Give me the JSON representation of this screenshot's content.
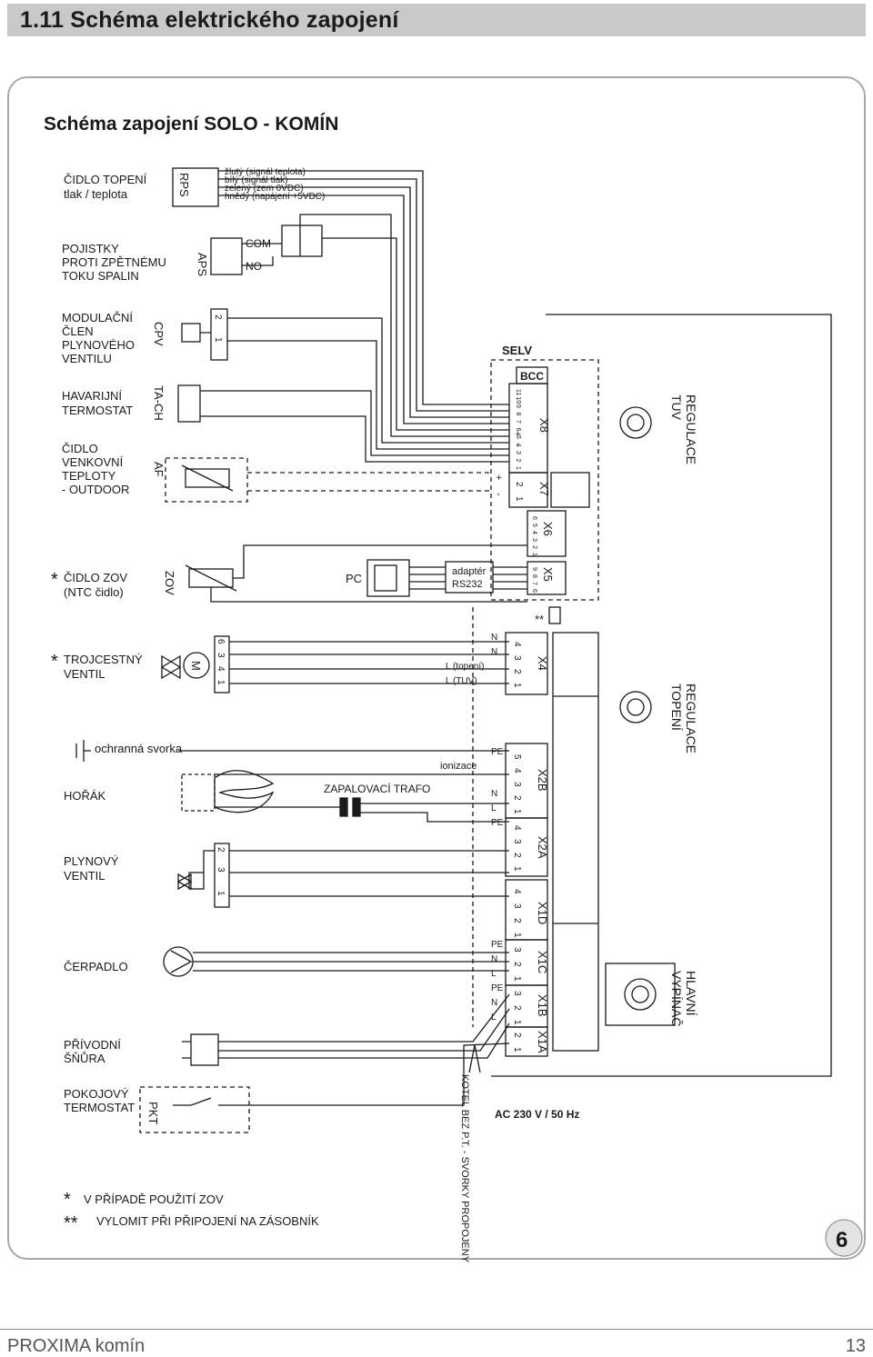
{
  "header": {
    "section_title": "1.11  Schéma elektrického zapojení"
  },
  "diagram": {
    "title": "Schéma zapojení SOLO - KOMÍN",
    "components": {
      "rps": {
        "label_line1": "ČIDLO TOPENÍ",
        "label_line2": "tlak / teplota",
        "tag": "RPS",
        "wires": [
          "žlutý (signál teplota)",
          "bílý (signál tlak)",
          "zelený (zem 0VDC)",
          "hnědý (napájení +5VDC)"
        ]
      },
      "aps": {
        "label_line1": "POJISTKY",
        "label_line2": "PROTI ZPĚTNÉMU",
        "label_line3": "TOKU SPALIN",
        "tag": "APS",
        "com": "COM",
        "no": "NO"
      },
      "cpv": {
        "label_line1": "MODULAČNÍ",
        "label_line2": "ČLEN",
        "label_line3": "PLYNOVÉHO",
        "label_line4": "VENTILU",
        "tag": "CPV",
        "pin2": "2",
        "pin1": "1"
      },
      "tach": {
        "label_line1": "HAVARIJNÍ",
        "label_line2": "TERMOSTAT",
        "tag": "TA-CH"
      },
      "af": {
        "label_line1": "ČIDLO",
        "label_line2": "VENKOVNÍ",
        "label_line3": "TEPLOTY",
        "label_line4": "- OUTDOOR",
        "tag": "AF"
      },
      "zov": {
        "star": "*",
        "label_line1": "ČIDLO ZOV",
        "label_line2": "(NTC čidlo)",
        "tag": "ZOV"
      },
      "pc": {
        "label": "PC",
        "adapter_line1": "adaptér",
        "adapter_line2": "RS232"
      },
      "valve3": {
        "star": "*",
        "label_line1": "TROJCESTNÝ",
        "label_line2": "VENTIL",
        "motor": "M",
        "pins": [
          "6",
          "3",
          "4",
          "1"
        ],
        "wire_heat": "L (topení)",
        "wire_dhw": "L (TUV)"
      },
      "ground": {
        "label": "ochranná svorka"
      },
      "burner": {
        "label": "HOŘÁK",
        "ionization": "ionizace",
        "transformer": "ZAPALOVACÍ TRAFO"
      },
      "gasvalve": {
        "label_line1": "PLYNOVÝ",
        "label_line2": "VENTIL",
        "pins": [
          "2",
          "3",
          "1"
        ]
      },
      "pump": {
        "label": "ČERPADLO"
      },
      "mains": {
        "label_line1": "PŘÍVODNÍ",
        "label_line2": "ŠŇŮRA"
      },
      "room_thermostat": {
        "label_line1": "POKOJOVÝ",
        "label_line2": "TERMOSTAT",
        "tag": "PKT",
        "bridge_note": "KOTEL BEZ P.T. - SVORKY PROPOJENY"
      }
    },
    "board": {
      "selv": "SELV",
      "bcc": "BCC",
      "x8": "X8",
      "x7": "X7",
      "x6": "X6",
      "x5": "X5",
      "x4": "X4",
      "x2b": "X2B",
      "x2a": "X2A",
      "x1d": "X1D",
      "x1c": "X1C",
      "x1b": "X1B",
      "x1a": "X1A",
      "double_star": "**",
      "dhw_control_line1": "REGULACE",
      "dhw_control_line2": "TUV",
      "heat_control_line1": "REGULACE",
      "heat_control_line2": "TOPENÍ",
      "main_switch_line1": "HLAVNÍ",
      "main_switch_line2": "VYPÍNAČ",
      "supply": "AC 230 V / 50 Hz",
      "plus": "+",
      "minus": "-",
      "x8_pins": [
        "11",
        "10",
        "9",
        "8",
        "7",
        "6",
        "5",
        "4",
        "3",
        "2",
        "1"
      ],
      "x7_pins": [
        "2",
        "1"
      ],
      "x6_pins": [
        "6",
        "5",
        "4",
        "3",
        "2",
        "1"
      ],
      "x5_pins": [
        "9",
        "8",
        "7",
        "6"
      ],
      "x4_pins": [
        "4",
        "3",
        "2",
        "1"
      ],
      "x2b_pins": [
        "5",
        "4",
        "3",
        "2",
        "1"
      ],
      "x2a_pins": [
        "4",
        "3",
        "2",
        "1"
      ],
      "x1d_pins": [
        "4",
        "3",
        "2",
        "1"
      ],
      "x1c_pins": [
        "3",
        "2",
        "1"
      ],
      "x1b_pins": [
        "3",
        "2",
        "1"
      ],
      "x1a_pins": [
        "2",
        "1"
      ],
      "x4_wires": [
        "N",
        "N"
      ],
      "x2b_wires": [
        "PE",
        "N",
        "L",
        "PE"
      ],
      "x1c_wires": [
        "PE",
        "N",
        "L"
      ],
      "x1b_wires": [
        "PE",
        "N",
        "L"
      ]
    },
    "notes": [
      {
        "mark": "*",
        "text": "V PŘÍPADĚ POUŽITÍ ZOV"
      },
      {
        "mark": "**",
        "text": "VYLOMIT PŘI PŘIPOJENÍ NA ZÁSOBNÍK"
      }
    ],
    "page_badge": "6"
  },
  "footer": {
    "doc_name": "PROXIMA komín",
    "page_number": "13"
  }
}
